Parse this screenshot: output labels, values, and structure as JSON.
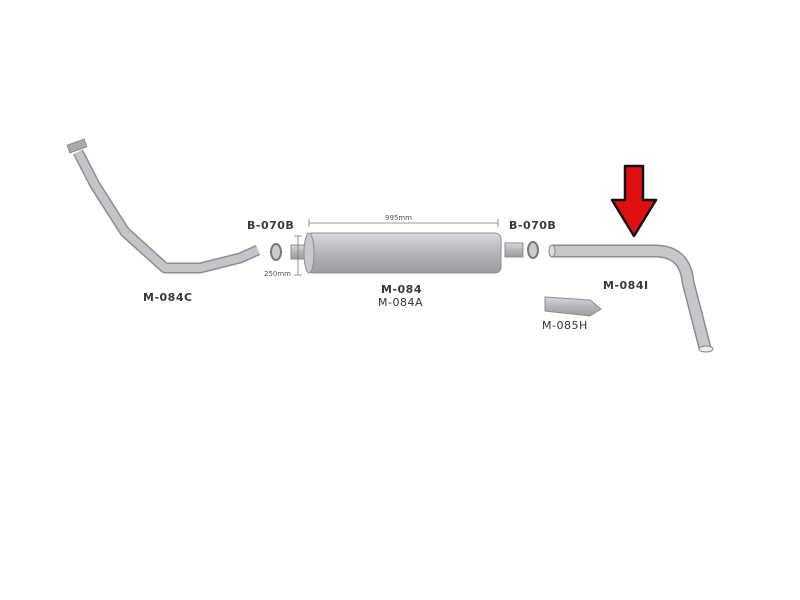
{
  "title": "Exhaust system parts diagram",
  "parts": {
    "front_pipe": "M-084C",
    "clamp_left": "B-070B",
    "clamp_right": "B-070B",
    "muffler": "M-084",
    "muffler_alt": "M-084A",
    "tail_pipe": "M-084I",
    "tip": "M-085H"
  },
  "dimensions": {
    "muffler_length": "995mm",
    "muffler_diameter": "250mm"
  },
  "colors": {
    "pipe": "#b8b9bd",
    "outline": "#8c8d92",
    "arrow": "#e01010"
  }
}
